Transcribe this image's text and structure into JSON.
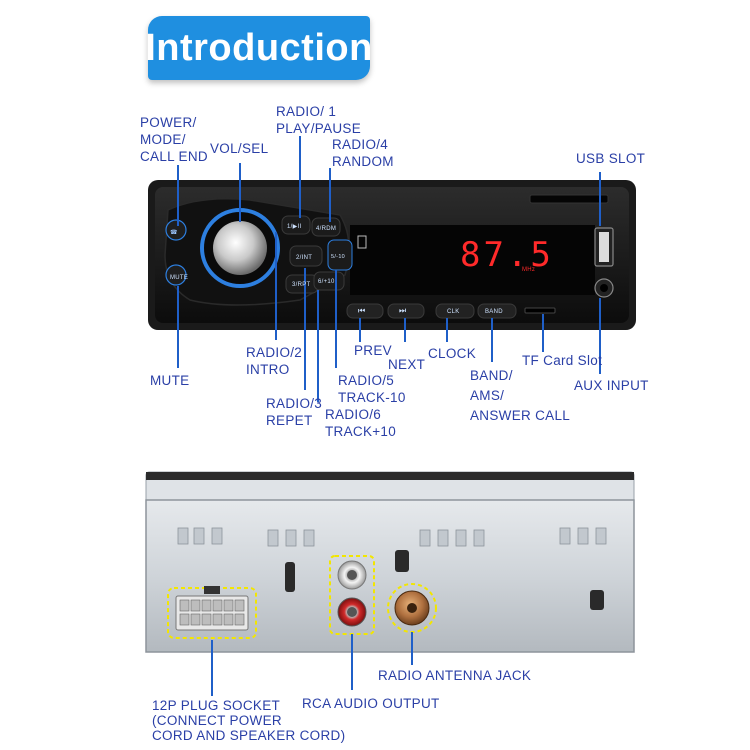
{
  "title": "Introduction",
  "front": {
    "labels": {
      "power_mode": "POWER/\nMODE/\nCALL END",
      "vol_sel": "VOL/SEL",
      "radio1": "RADIO/ 1\nPLAY/PAUSE",
      "radio4": "RADIO/4\nRANDOM",
      "usb_slot": "USB SLOT",
      "mute": "MUTE",
      "radio2": "RADIO/2\nINTRO",
      "radio3": "RADIO/3\nREPET",
      "radio5": "RADIO/5\nTRACK-10",
      "radio6": "RADIO/6\nTRACK+10",
      "prev": "PREV",
      "next": "NEXT",
      "clock": "CLOCK",
      "band": "BAND/\nAMS/\nANSWER CALL",
      "tf_slot": "TF Card Slot",
      "aux": "AUX INPUT"
    },
    "buttons": {
      "b1": "1/▶II",
      "b4": "4/RDM",
      "b2": "2/INT",
      "b5": "5/-10",
      "b3": "3/RPT",
      "b6": "6/+10",
      "mute": "MUTE",
      "prev": "⏮",
      "next": "⏭",
      "clk": "CLK",
      "band": "BAND"
    },
    "display": {
      "frequency": "87.5",
      "unit": "MHz"
    }
  },
  "back": {
    "labels": {
      "antenna": "RADIO ANTENNA JACK",
      "plug": "12P PLUG SOCKET\n(CONNECT POWER\nCORD AND SPEAKER CORD)",
      "rca": "RCA AUDIO OUTPUT"
    }
  },
  "colors": {
    "accent": "#1f8fe0",
    "label": "#2a3fa6",
    "callout_line": "#1f5fc8",
    "display": "#ff2a2a",
    "highlight": "#f2e600"
  }
}
